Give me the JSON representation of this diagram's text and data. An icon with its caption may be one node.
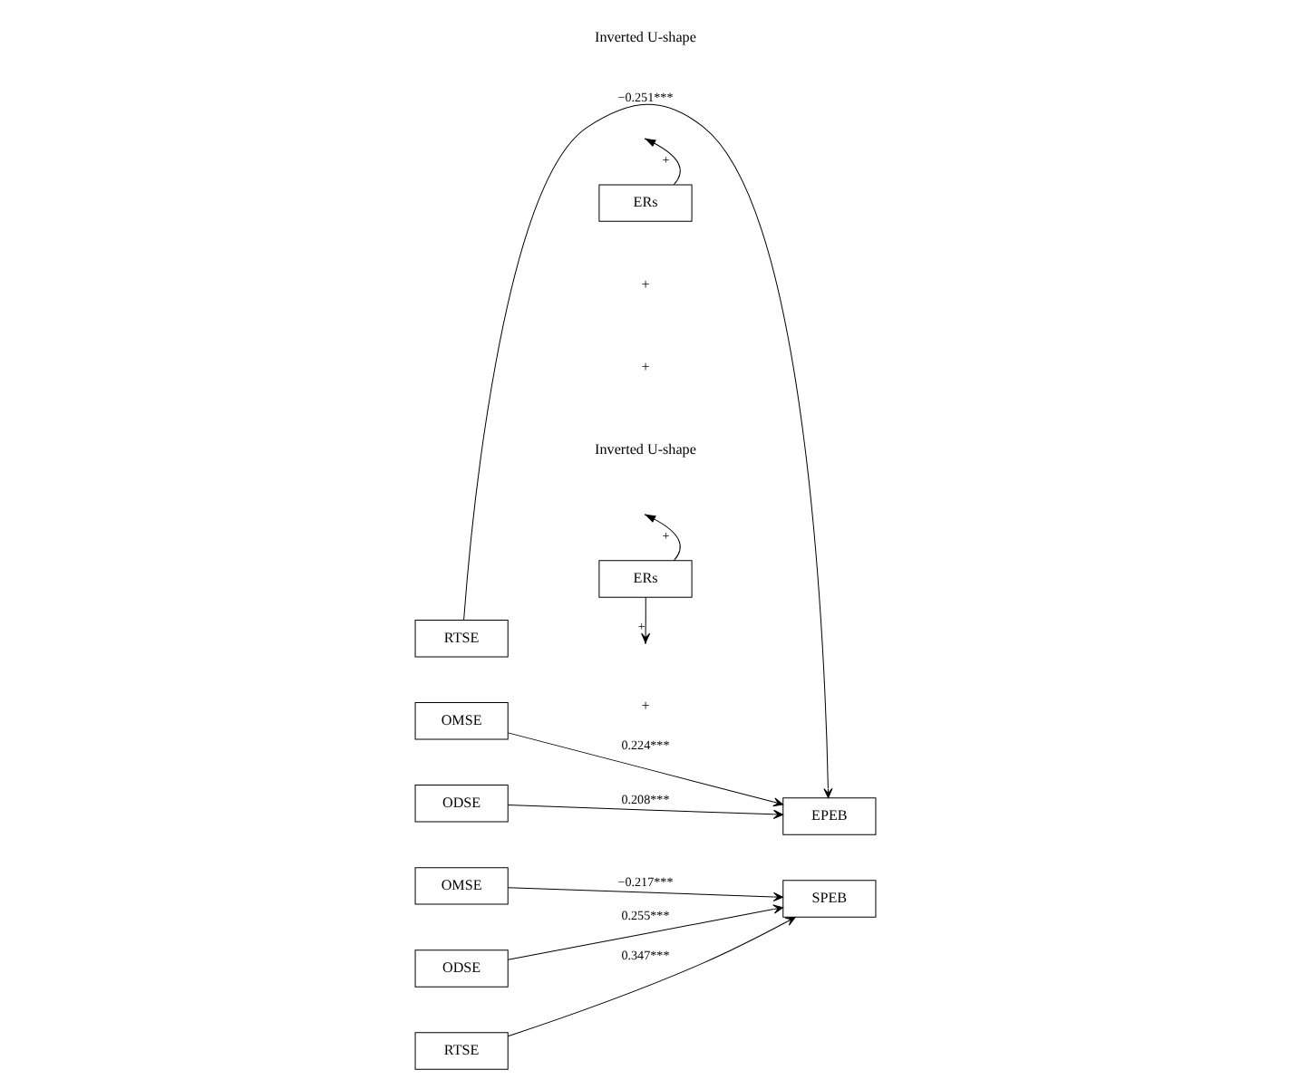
{
  "diagram": {
    "nodes": [
      {
        "text": [
          "RTSE"
        ]
      },
      {
        "text": [
          "ERs"
        ]
      },
      {
        "text": [
          "OMSE"
        ]
      },
      {
        "text": [
          "ODSE"
        ]
      },
      {
        "text": [
          "EPEB"
        ]
      },
      {
        "text": [
          "OMSE"
        ]
      },
      {
        "text": [
          "ERs"
        ]
      },
      {
        "text": [
          "ODSE"
        ]
      },
      {
        "text": [
          "RTSE"
        ]
      },
      {
        "text": [
          "SPEB"
        ]
      }
    ],
    "edges": [
      {
        "from": 0,
        "to": 4,
        "arrow": "to",
        "label": "−0.251***"
      },
      {
        "from": 1,
        "to": null,
        "arrow": "to",
        "label": "+"
      },
      {
        "from": 2,
        "to": 4,
        "arrow": "to",
        "label": "0.224***"
      },
      {
        "from": 3,
        "to": 4,
        "arrow": "to",
        "label": "0.208***"
      },
      {
        "from": 5,
        "to": 9,
        "arrow": "to",
        "label": "−0.217***"
      },
      {
        "from": 6,
        "to": null,
        "arrow": "to",
        "label": "+"
      },
      {
        "from": 6,
        "to": null,
        "arrow": "to",
        "label": "+"
      },
      {
        "from": 7,
        "to": 9,
        "arrow": "to",
        "label": "0.255***"
      },
      {
        "from": 8,
        "to": 9,
        "arrow": "to",
        "label": "0.347***"
      }
    ],
    "labels": [
      "Inverted U-shape",
      "+",
      "+",
      "Inverted U-shape",
      "+"
    ]
  }
}
